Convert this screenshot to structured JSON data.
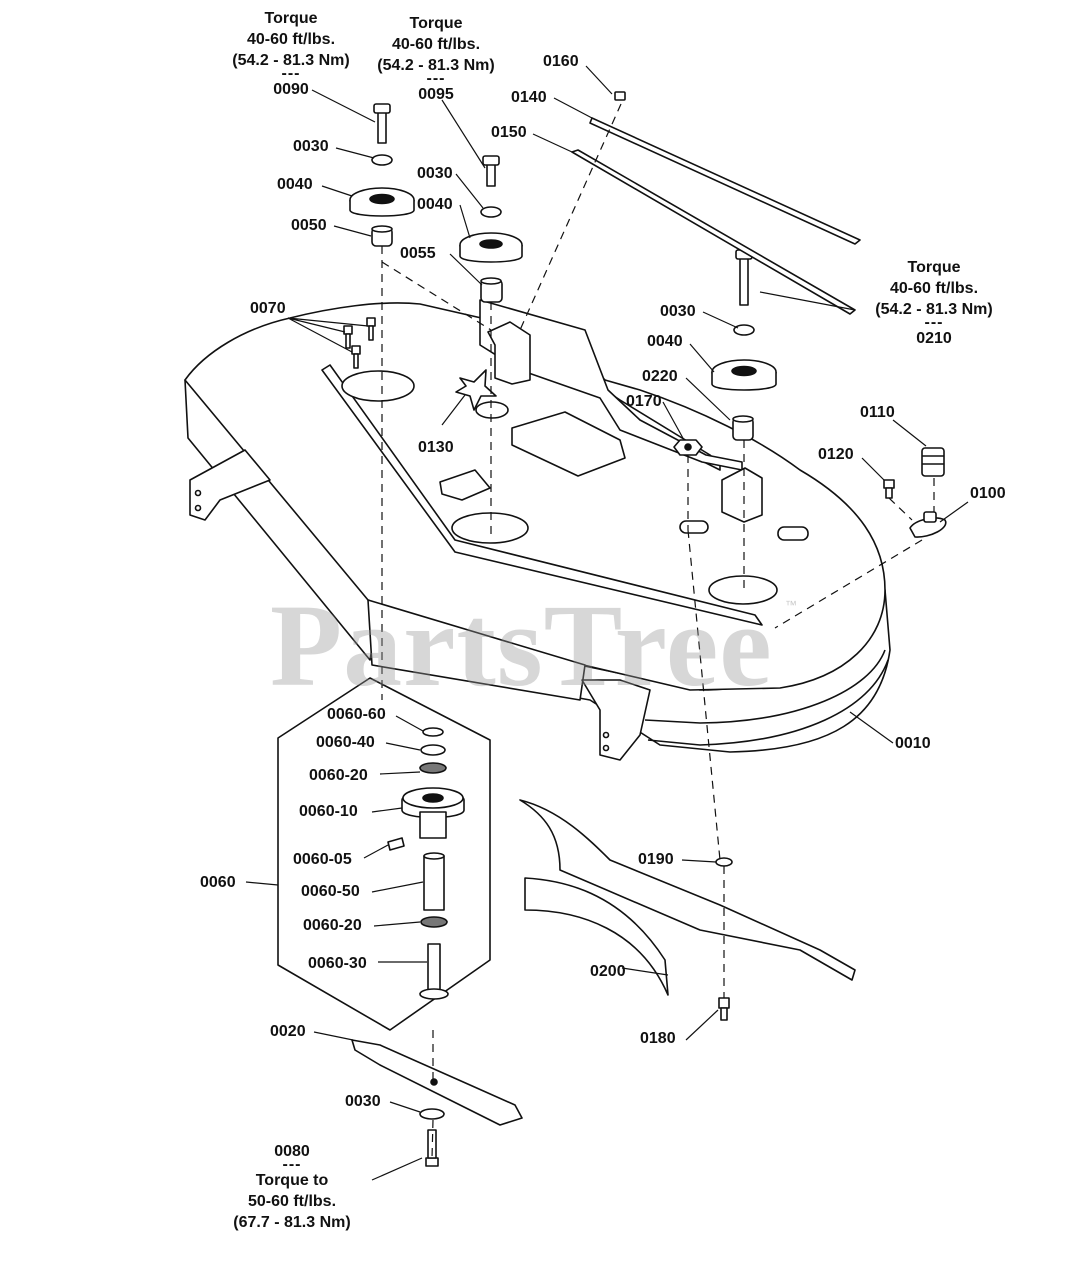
{
  "watermark": {
    "text": "PartsTree",
    "tm": "™"
  },
  "torque_notes": [
    {
      "id": "torque-0090",
      "lines": [
        "Torque",
        "40-60 ft/lbs.",
        "(54.2 - 81.3 Nm)"
      ],
      "dash": "---",
      "part": "0090"
    },
    {
      "id": "torque-0095",
      "lines": [
        "Torque",
        "40-60 ft/lbs.",
        "(54.2 - 81.3 Nm)"
      ],
      "dash": "---",
      "part": "0095"
    },
    {
      "id": "torque-0210",
      "lines": [
        "Torque",
        "40-60 ft/lbs.",
        "(54.2 - 81.3 Nm)"
      ],
      "dash": "---",
      "part": "0210"
    },
    {
      "id": "torque-0080",
      "part": "0080",
      "dash": "---",
      "lines": [
        "Torque to",
        "50-60 ft/lbs.",
        "(67.7 - 81.3 Nm)"
      ]
    }
  ],
  "callouts": {
    "c0160": "0160",
    "c0140": "0140",
    "c0150": "0150",
    "c0030a": "0030",
    "c0040a": "0040",
    "c0050": "0050",
    "c0030b": "0030",
    "c0040b": "0040",
    "c0055": "0055",
    "c0070": "0070",
    "c0130": "0130",
    "c0030c": "0030",
    "c0040c": "0040",
    "c0220": "0220",
    "c0170": "0170",
    "c0110": "0110",
    "c0120": "0120",
    "c0100": "0100",
    "c0010": "0010",
    "c0060_60": "0060-60",
    "c0060_40": "0060-40",
    "c0060_20a": "0060-20",
    "c0060_10": "0060-10",
    "c0060_05": "0060-05",
    "c0060": "0060",
    "c0060_50": "0060-50",
    "c0060_20b": "0060-20",
    "c0060_30": "0060-30",
    "c0190": "0190",
    "c0200": "0200",
    "c0180": "0180",
    "c0020": "0020",
    "c0030d": "0030"
  }
}
